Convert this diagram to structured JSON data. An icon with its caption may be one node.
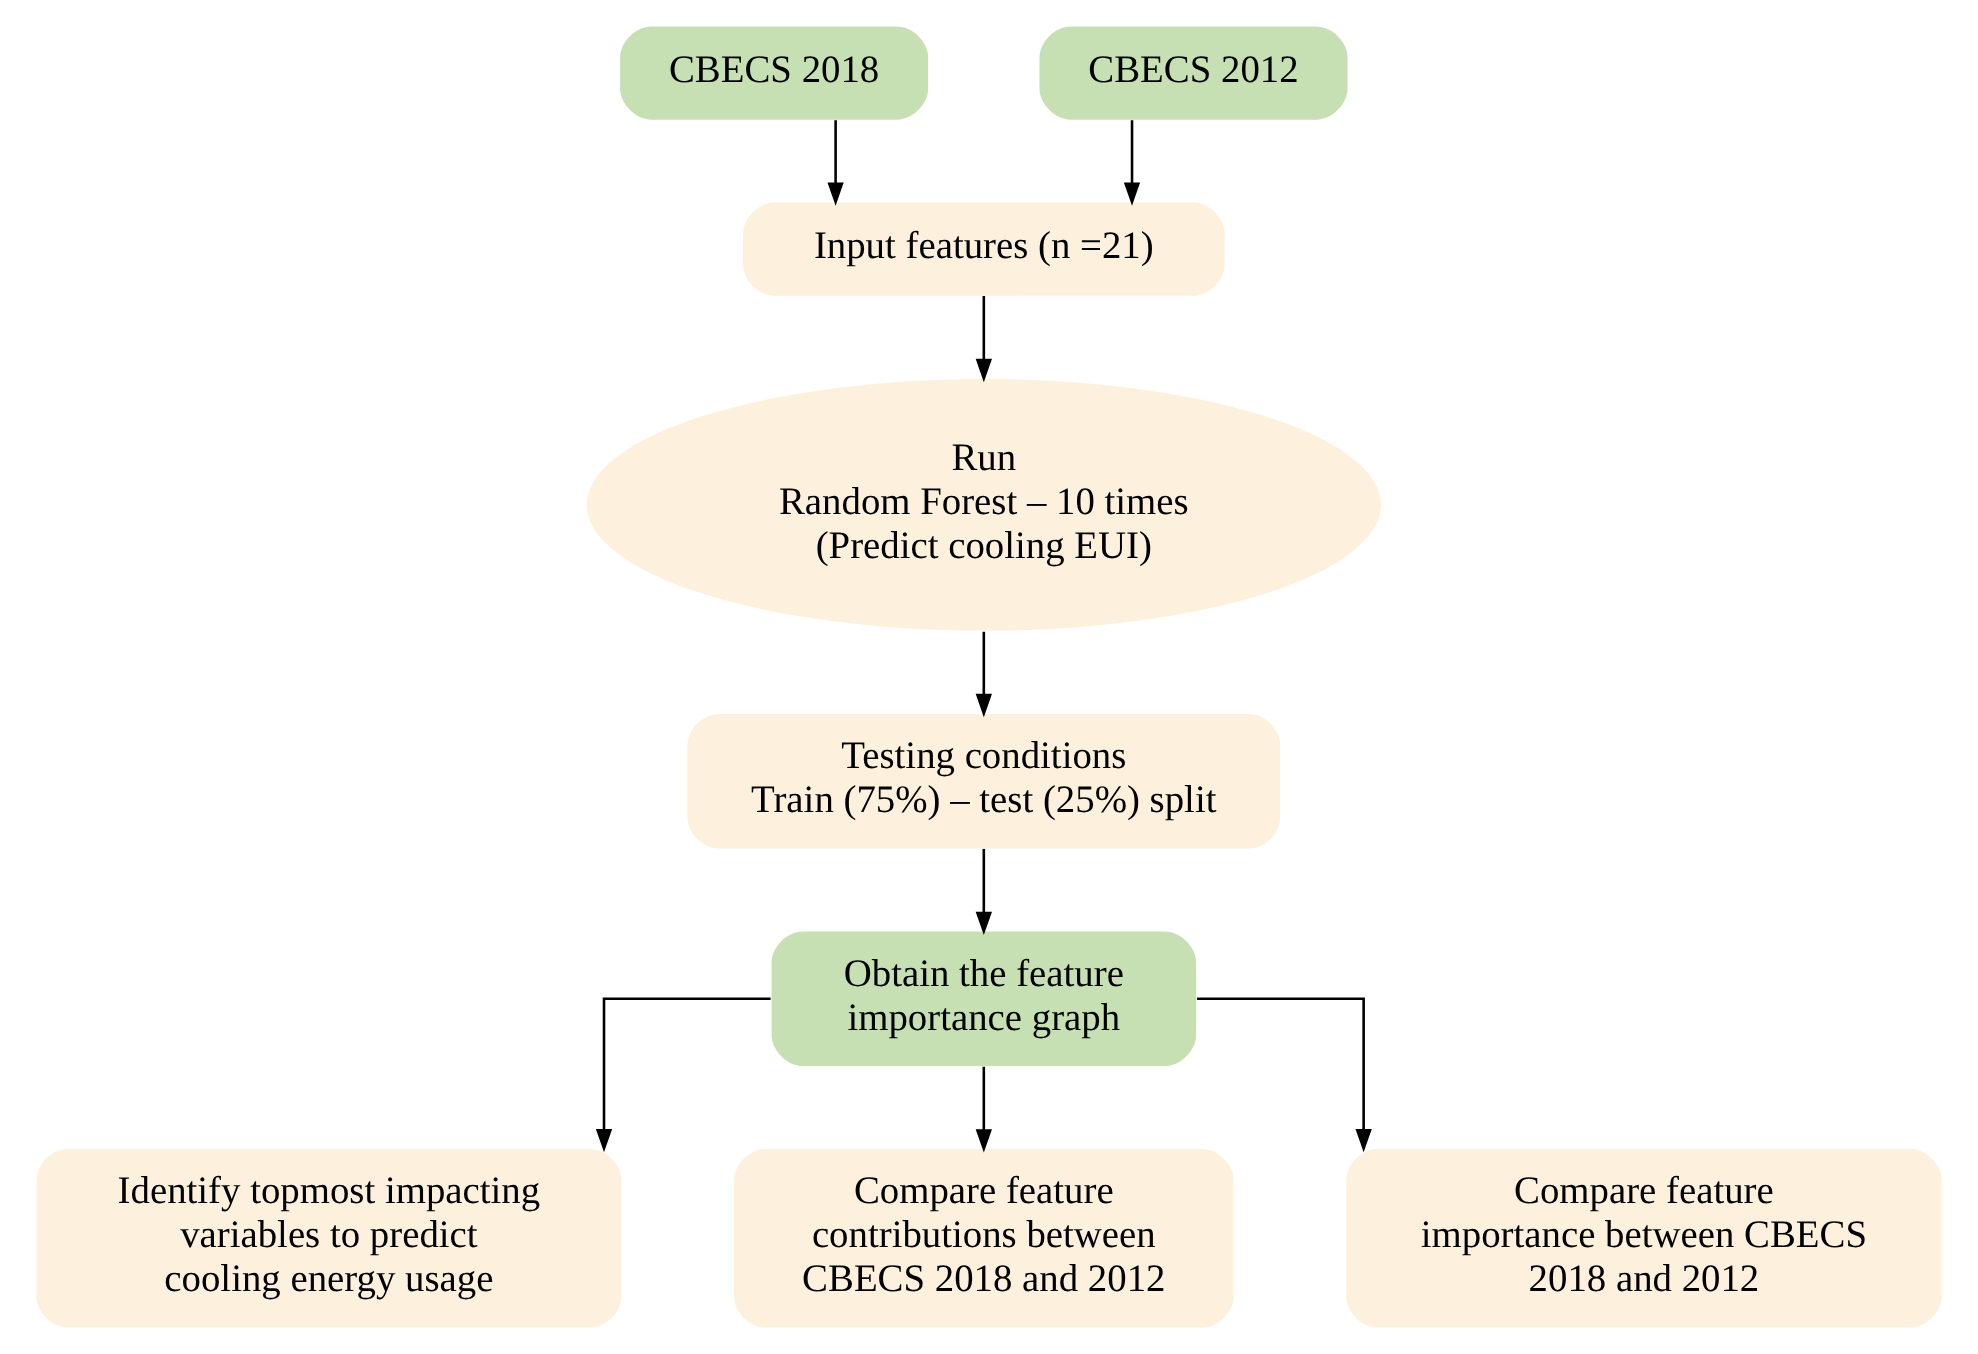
{
  "diagram": {
    "nodes": [
      {
        "text": [
          "CBECS 2018"
        ]
      },
      {
        "text": [
          "CBECS 2012"
        ]
      },
      {
        "text": [
          "Input features (n =21)"
        ]
      },
      {
        "text": [
          "Run",
          "Random Forest – 10 times",
          "(Predict cooling EUI)"
        ]
      },
      {
        "text": [
          "Testing conditions",
          "Train (75%) – test (25%) split"
        ]
      },
      {
        "text": [
          "Obtain the feature importance graph"
        ]
      },
      {
        "text": [
          "Identify topmost impacting variables to predict cooling energy usage"
        ]
      },
      {
        "text": [
          "Compare feature contributions between CBECS 2018 and 2012"
        ]
      },
      {
        "text": [
          "Compare feature importance between CBECS 2018 and 2012"
        ]
      }
    ],
    "edges": [
      {
        "from": 0,
        "to": 2,
        "arrow": "to"
      },
      {
        "from": 1,
        "to": 2,
        "arrow": "to"
      },
      {
        "from": 2,
        "to": 3,
        "arrow": "to"
      },
      {
        "from": 3,
        "to": 4,
        "arrow": "to"
      },
      {
        "from": 4,
        "to": 5,
        "arrow": "to"
      },
      {
        "from": 5,
        "to": 6,
        "arrow": "to"
      },
      {
        "from": 5,
        "to": 7,
        "arrow": "to"
      },
      {
        "from": 5,
        "to": 8,
        "arrow": "to"
      }
    ]
  }
}
